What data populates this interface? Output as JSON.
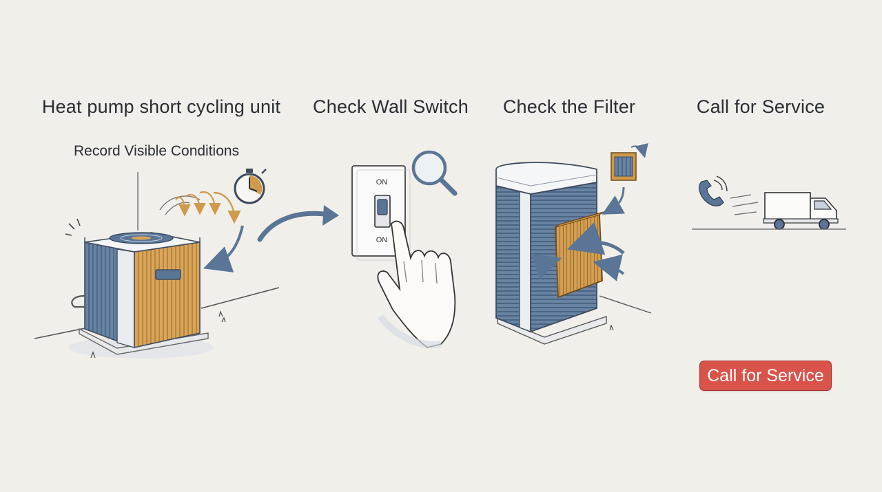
{
  "steps": [
    {
      "title": "Heat pump short cycling unit",
      "subtitle": "Record Visible Conditions"
    },
    {
      "title": "Check Wall Switch",
      "switch_top": "ON",
      "switch_bottom": "ON"
    },
    {
      "title": "Check the Filter"
    },
    {
      "title": "Call for Service",
      "button_label": "Call for Service"
    }
  ],
  "colors": {
    "background": "#f1efea",
    "steel_blue": "#5a7596",
    "ochre": "#cf9a4c",
    "ink": "#2a2d33",
    "button_red": "#d9534a"
  },
  "icons": [
    "heat-pump-unit",
    "stopwatch-icon",
    "wall-switch",
    "magnifier-icon",
    "pointing-hand",
    "air-handler",
    "filter-icon",
    "phone-icon",
    "service-truck-icon"
  ]
}
